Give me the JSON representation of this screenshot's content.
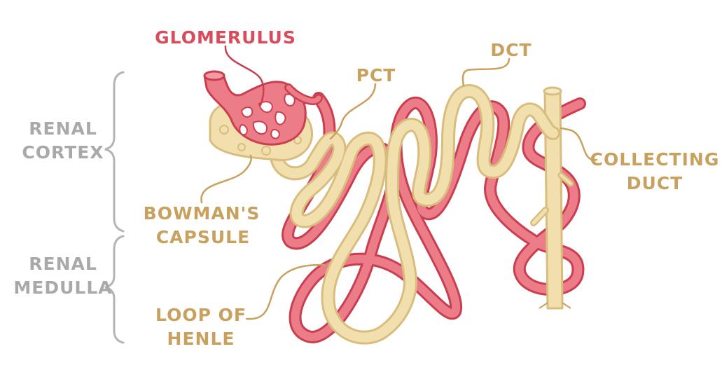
{
  "labels": {
    "glomerulus": "GLOMERULUS",
    "pct": "PCT",
    "dct": "DCT",
    "collecting_duct_line1": "COLLECTING",
    "collecting_duct_line2": "DUCT",
    "bowmans_line1": "BOWMAN'S",
    "bowmans_line2": "CAPSULE",
    "loop_line1": "LOOP OF",
    "loop_line2": "HENLE",
    "renal_cortex_line1": "RENAL",
    "renal_cortex_line2": "CORTEX",
    "renal_medulla_line1": "RENAL",
    "renal_medulla_line2": "MEDULLA"
  },
  "colors": {
    "tubule": "#f1dfae",
    "tubule_outline": "#d9bd7e",
    "vessel": "#ec7c87",
    "vessel_outline": "#c93f50",
    "label_tan": "#c9a15f",
    "label_red": "#d84c5c",
    "label_grey": "#a9a9a9"
  }
}
